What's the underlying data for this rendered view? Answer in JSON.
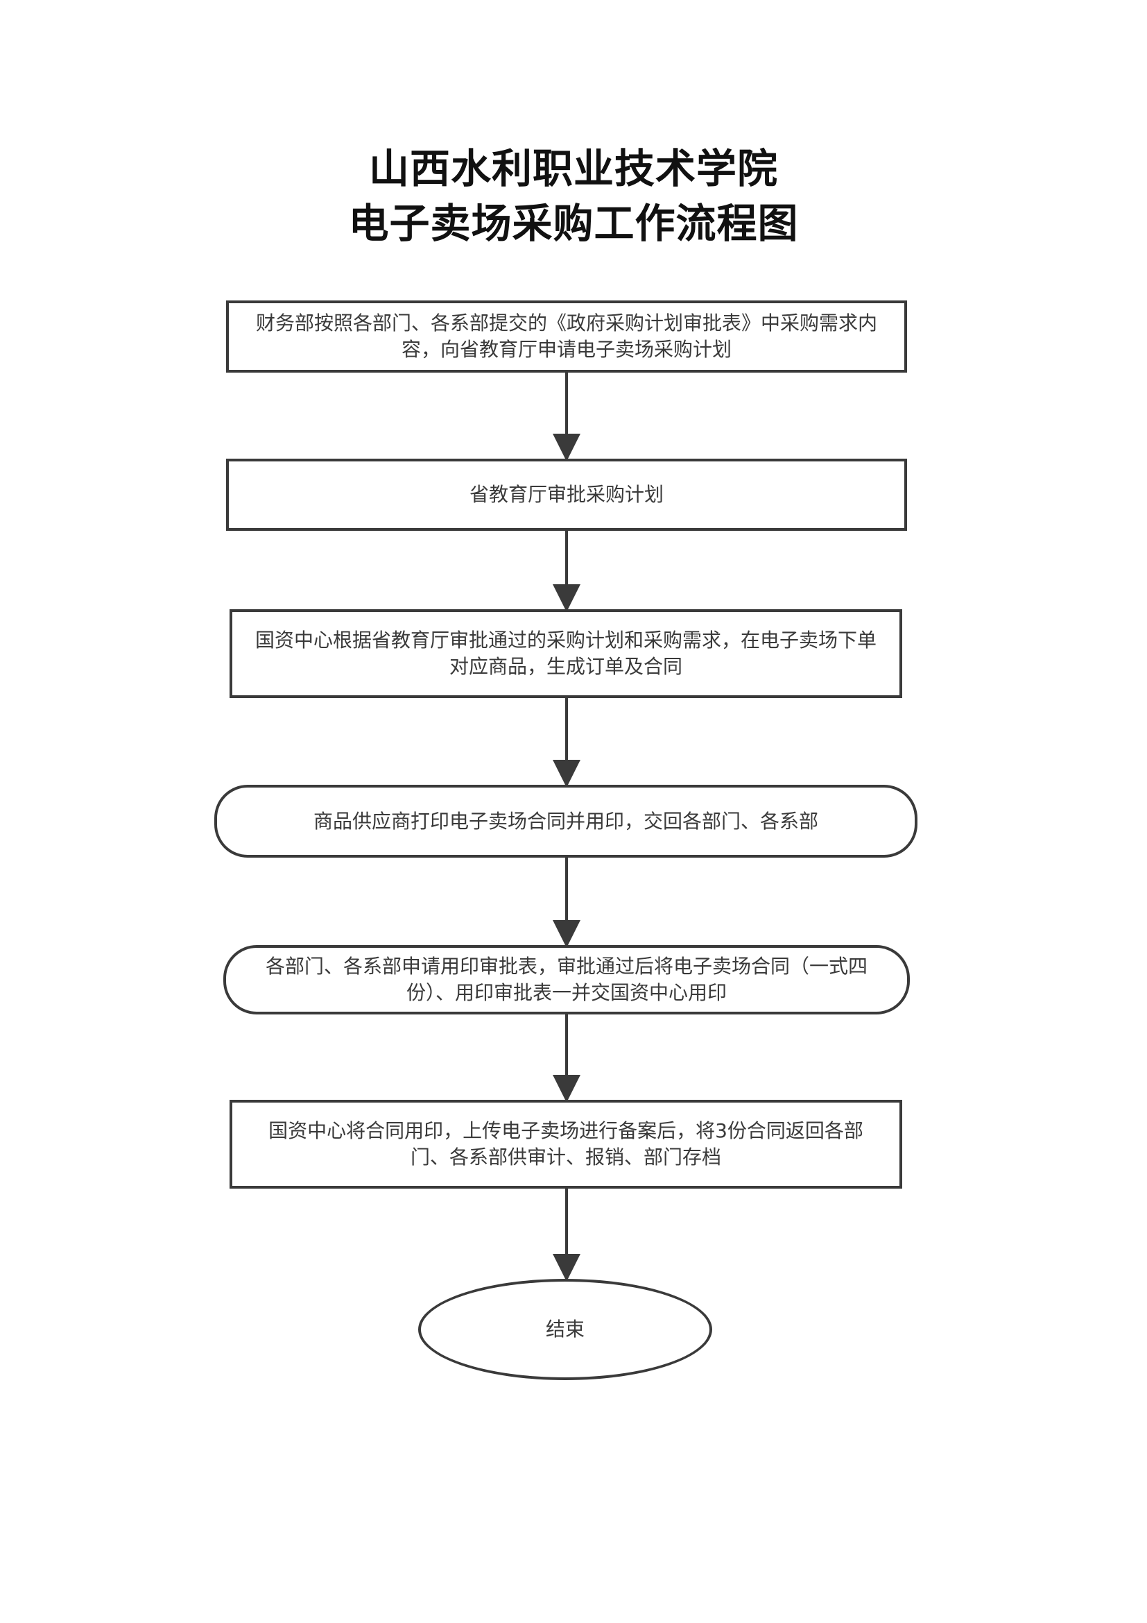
{
  "title": {
    "line1": "山西水利职业技术学院",
    "line2": "电子卖场采购工作流程图"
  },
  "steps": [
    {
      "text": "财务部按照各部门、各系部提交的《政府采购计划审批表》中采购需求内容，向省教育厅申请电子卖场采购计划",
      "shape": "rectangle"
    },
    {
      "text": "省教育厅审批采购计划",
      "shape": "rectangle"
    },
    {
      "text": "国资中心根据省教育厅审批通过的采购计划和采购需求，在电子卖场下单对应商品，生成订单及合同",
      "shape": "rectangle"
    },
    {
      "text": "商品供应商打印电子卖场合同并用印，交回各部门、各系部",
      "shape": "rounded-rectangle"
    },
    {
      "text": "各部门、各系部申请用印审批表，审批通过后将电子卖场合同（一式四份）、用印审批表一并交国资中心用印",
      "shape": "rounded-rectangle"
    },
    {
      "text": "国资中心将合同用印，上传电子卖场进行备案后，将3份合同返回各部门、各系部供审计、报销、部门存档",
      "shape": "rectangle"
    },
    {
      "text": "结束",
      "shape": "ellipse"
    }
  ],
  "colors": {
    "stroke": "#3a3a3a",
    "text": "#3a3a3a",
    "title": "#111111"
  }
}
